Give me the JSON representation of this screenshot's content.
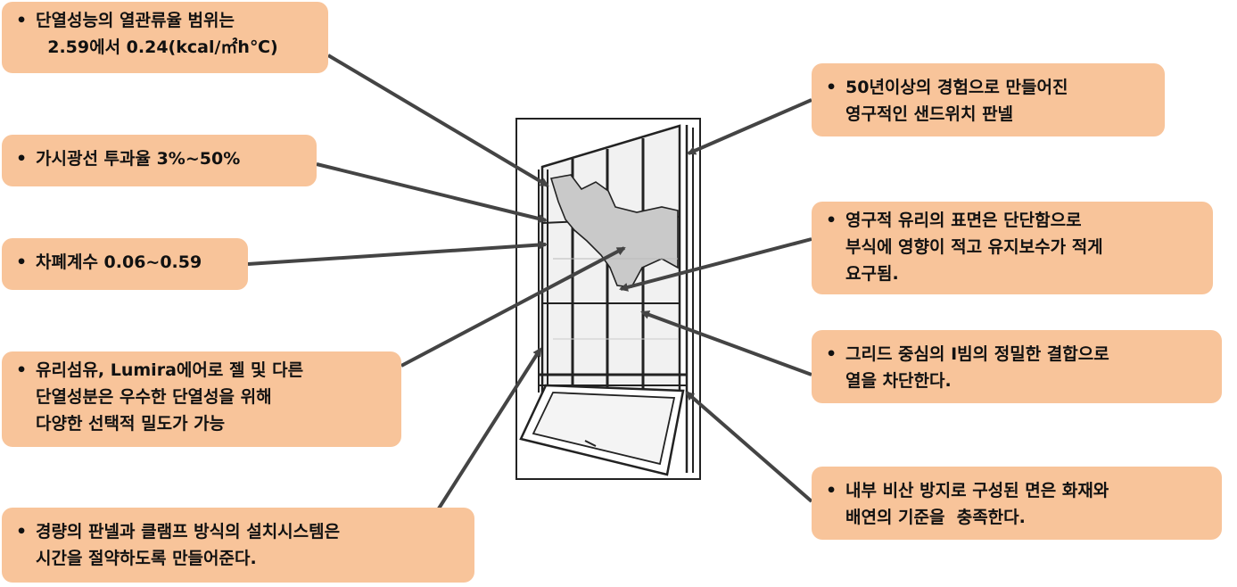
{
  "callouts": {
    "thermal": {
      "bullet": "•",
      "line1": "단열성능의 열관류율 범위는",
      "line2": "  2.59에서 0.24(kcal/㎡h℃)"
    },
    "visible_light": {
      "bullet": "•",
      "line1": "가시광선 투과율 3%~50%"
    },
    "shading": {
      "bullet": "•",
      "line1": "차폐계수 0.06~0.59"
    },
    "fiber": {
      "bullet": "•",
      "line1": "유리섬유, Lumira에어로 젤 및 다른",
      "line2": "단열성분은 우수한 단열성을 위해",
      "line3": "다양한 선택적 밀도가 가능"
    },
    "install": {
      "bullet": "•",
      "line1": "경량의 판넬과 클램프 방식의 설치시스템은",
      "line2": "시간을 절약하도록 만들어준다."
    },
    "experience": {
      "bullet": "•",
      "line1": "50년이상의 경험으로 만들어진",
      "line2": "영구적인 샌드위치 판넬"
    },
    "surface": {
      "bullet": "•",
      "line1": "영구적 유리의 표면은 단단함으로",
      "line2": "부식에 영향이 적고 유지보수가 적게",
      "line3": "요구됨."
    },
    "grid": {
      "bullet": "•",
      "line1": "그리드 중심의 I빔의 정밀한 결합으로",
      "line2": "열을 차단한다."
    },
    "fire": {
      "bullet": "•",
      "line1": "내부 비산 방지로 구성된 면은 화재와",
      "line2": "배연의 기준을  충족한다."
    }
  },
  "colors": {
    "callout_bg": "#f8c49a",
    "arrow": "#444444",
    "text": "#111111"
  }
}
